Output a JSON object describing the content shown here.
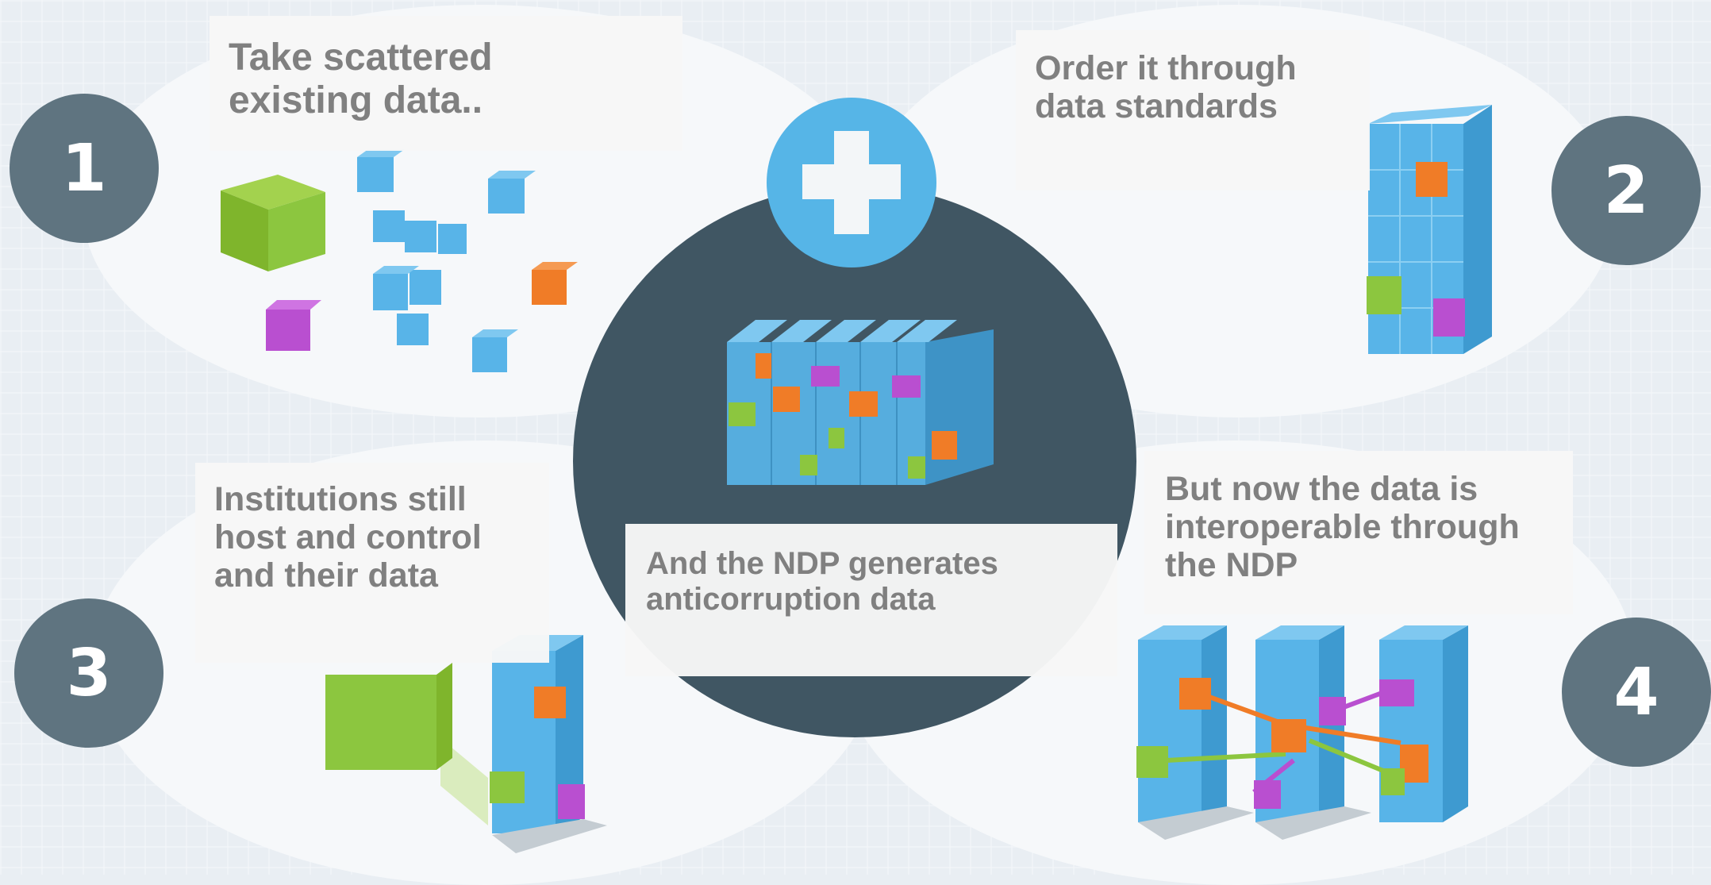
{
  "steps": [
    {
      "number": "1",
      "text": "Take scattered existing data.."
    },
    {
      "number": "2",
      "text": "Order it through data standards"
    },
    {
      "number": "3",
      "text": "Institutions still host and control and their data"
    },
    {
      "number": "4",
      "text": "But now the data is interoperable through the NDP"
    }
  ],
  "center": {
    "plus_icon": "plus-icon",
    "text": "And the NDP generates anticorruption data"
  },
  "colors": {
    "badge": "#5f7480",
    "center_circle": "#405663",
    "plus_circle": "#56b5e7",
    "cube_blue": "#58b4e8",
    "cube_green": "#8cc63f",
    "cube_orange": "#f07c27",
    "cube_purple": "#b94fd0",
    "text_gray": "#808080"
  }
}
